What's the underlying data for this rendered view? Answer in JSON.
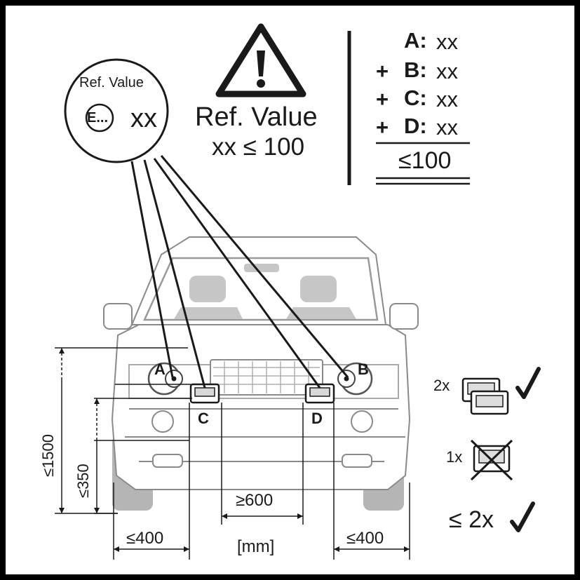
{
  "ref_circle": {
    "label": "Ref. Value",
    "mark": "E...",
    "value": "xx"
  },
  "warning": {
    "label": "Ref. Value",
    "formula": "xx ≤ 100"
  },
  "sum": {
    "lines": [
      {
        "prefix": "",
        "letter": "A:",
        "value": "xx"
      },
      {
        "prefix": "+",
        "letter": "B:",
        "value": "xx"
      },
      {
        "prefix": "+",
        "letter": "C:",
        "value": "xx"
      },
      {
        "prefix": "+",
        "letter": "D:",
        "value": "xx"
      }
    ],
    "total": "≤100"
  },
  "lamps": {
    "a": "A",
    "b": "B",
    "c": "C",
    "d": "D"
  },
  "dimensions": {
    "height_max": "≤1500",
    "height_min": "≤350",
    "spacing_min": "≥600",
    "edge_left": "≤400",
    "edge_right": "≤400",
    "unit": "[mm]"
  },
  "rules": {
    "pair_allowed": "2x",
    "single_forbidden": "1x",
    "max_count": "≤ 2x"
  },
  "colors": {
    "line": "#1a1a1a",
    "body_fill": "#ffffff",
    "body_stroke": "#8a8a8a",
    "tyre": "#b5b5b5",
    "frame": "#000000"
  }
}
